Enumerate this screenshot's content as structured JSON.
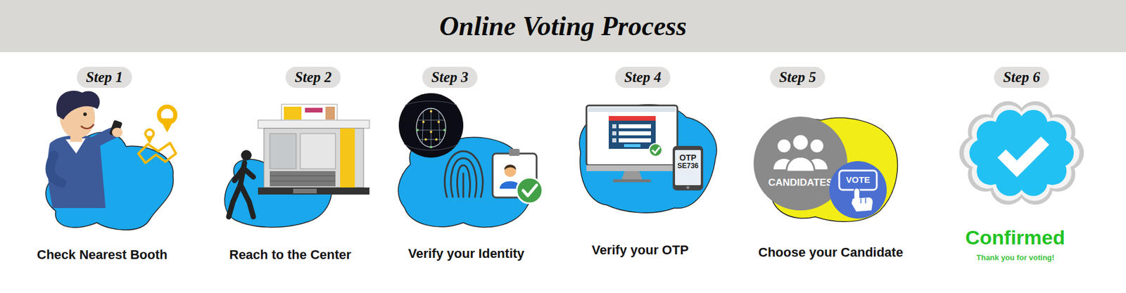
{
  "diagram": {
    "title": "Online Voting Process",
    "nodes": [
      {
        "text": [
          "Step 1"
        ]
      },
      {
        "text": [
          "Step 2"
        ]
      },
      {
        "text": [
          "Step 3"
        ]
      },
      {
        "text": [
          "Step 4"
        ]
      },
      {
        "text": [
          "Step 5"
        ]
      },
      {
        "text": [
          "Step 6"
        ]
      },
      {
        "text": [
          "CANDIDATES"
        ]
      },
      {
        "text": [
          "VOTE"
        ]
      },
      {
        "text": [
          "OTP",
          "SE736"
        ]
      }
    ],
    "labels": [
      "Check Nearest Booth",
      "Reach to the Center",
      "Verify your Identity",
      "Verify your OTP",
      "Choose your Candidate",
      "Confirmed",
      "Thank you for voting!"
    ]
  }
}
